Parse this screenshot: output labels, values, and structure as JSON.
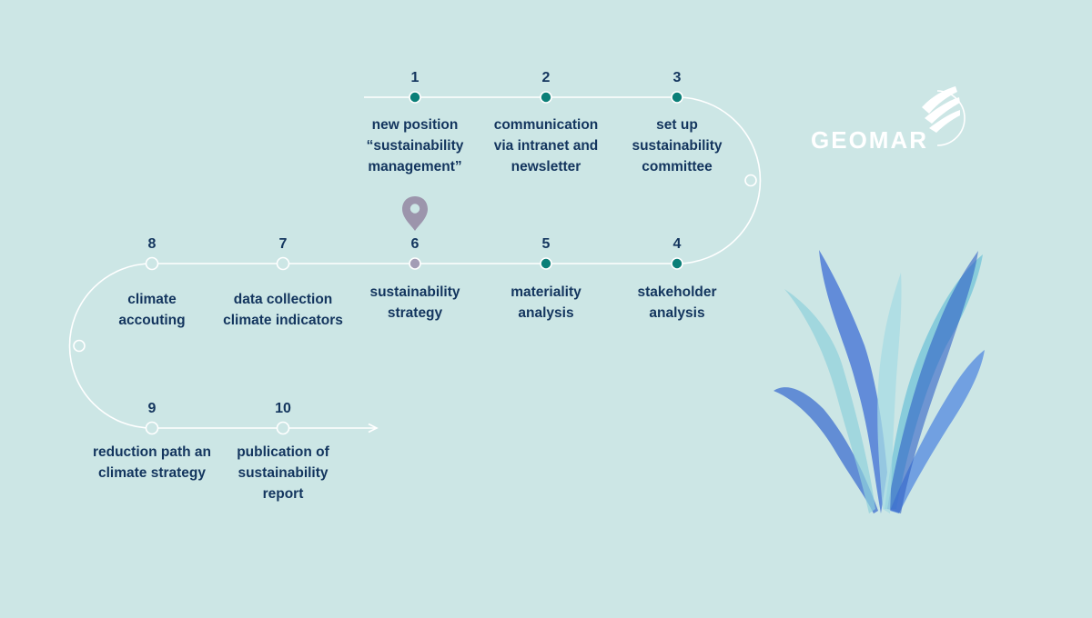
{
  "brand": {
    "name": "GEOMAR"
  },
  "colors": {
    "background": "#cce6e5",
    "line": "#ffffff",
    "done_dot": "#0b7f78",
    "current_dot": "#a39cb5",
    "marker": "#9c95ac",
    "text": "#13355e"
  },
  "steps": [
    {
      "num": "1",
      "label": [
        "new position",
        "“sustainability",
        "management”"
      ],
      "state": "done"
    },
    {
      "num": "2",
      "label": [
        "communication",
        "via intranet and",
        "newsletter"
      ],
      "state": "done"
    },
    {
      "num": "3",
      "label": [
        "set up",
        "sustainability",
        "committee"
      ],
      "state": "done"
    },
    {
      "num": "4",
      "label": [
        "stakeholder",
        "analysis"
      ],
      "state": "done"
    },
    {
      "num": "5",
      "label": [
        "materiality",
        "analysis"
      ],
      "state": "done"
    },
    {
      "num": "6",
      "label": [
        "sustainability",
        "strategy"
      ],
      "state": "current"
    },
    {
      "num": "7",
      "label": [
        "data collection",
        "climate indicators"
      ],
      "state": "todo"
    },
    {
      "num": "8",
      "label": [
        "climate",
        "accouting"
      ],
      "state": "todo"
    },
    {
      "num": "9",
      "label": [
        "reduction path an",
        "climate strategy"
      ],
      "state": "todo"
    },
    {
      "num": "10",
      "label": [
        "publication of",
        "sustainability",
        "report"
      ],
      "state": "todo"
    }
  ]
}
